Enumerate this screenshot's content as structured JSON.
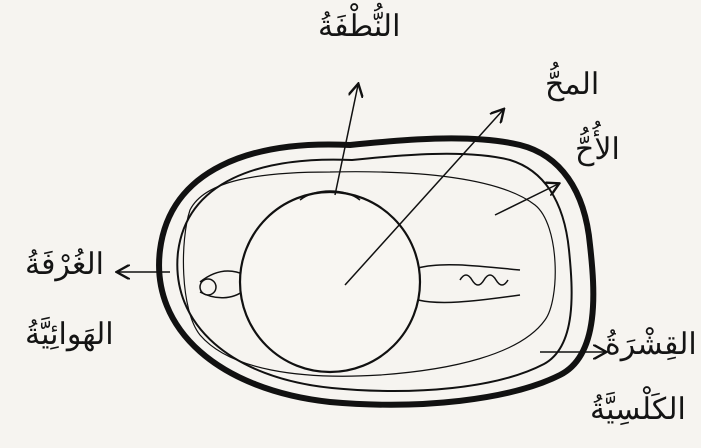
{
  "diagram": {
    "labels": {
      "germ": "النُّطْفَةُ",
      "yolk": "المحُّ",
      "albumen": "الأُحُّ",
      "air_cell_line1": "الغُرْفَةُ",
      "air_cell_line2": "الهَوائِيَّةُ",
      "shell_line1": "القِشْرَةُ",
      "shell_line2": "الكَلْسِيَّةُ"
    }
  }
}
